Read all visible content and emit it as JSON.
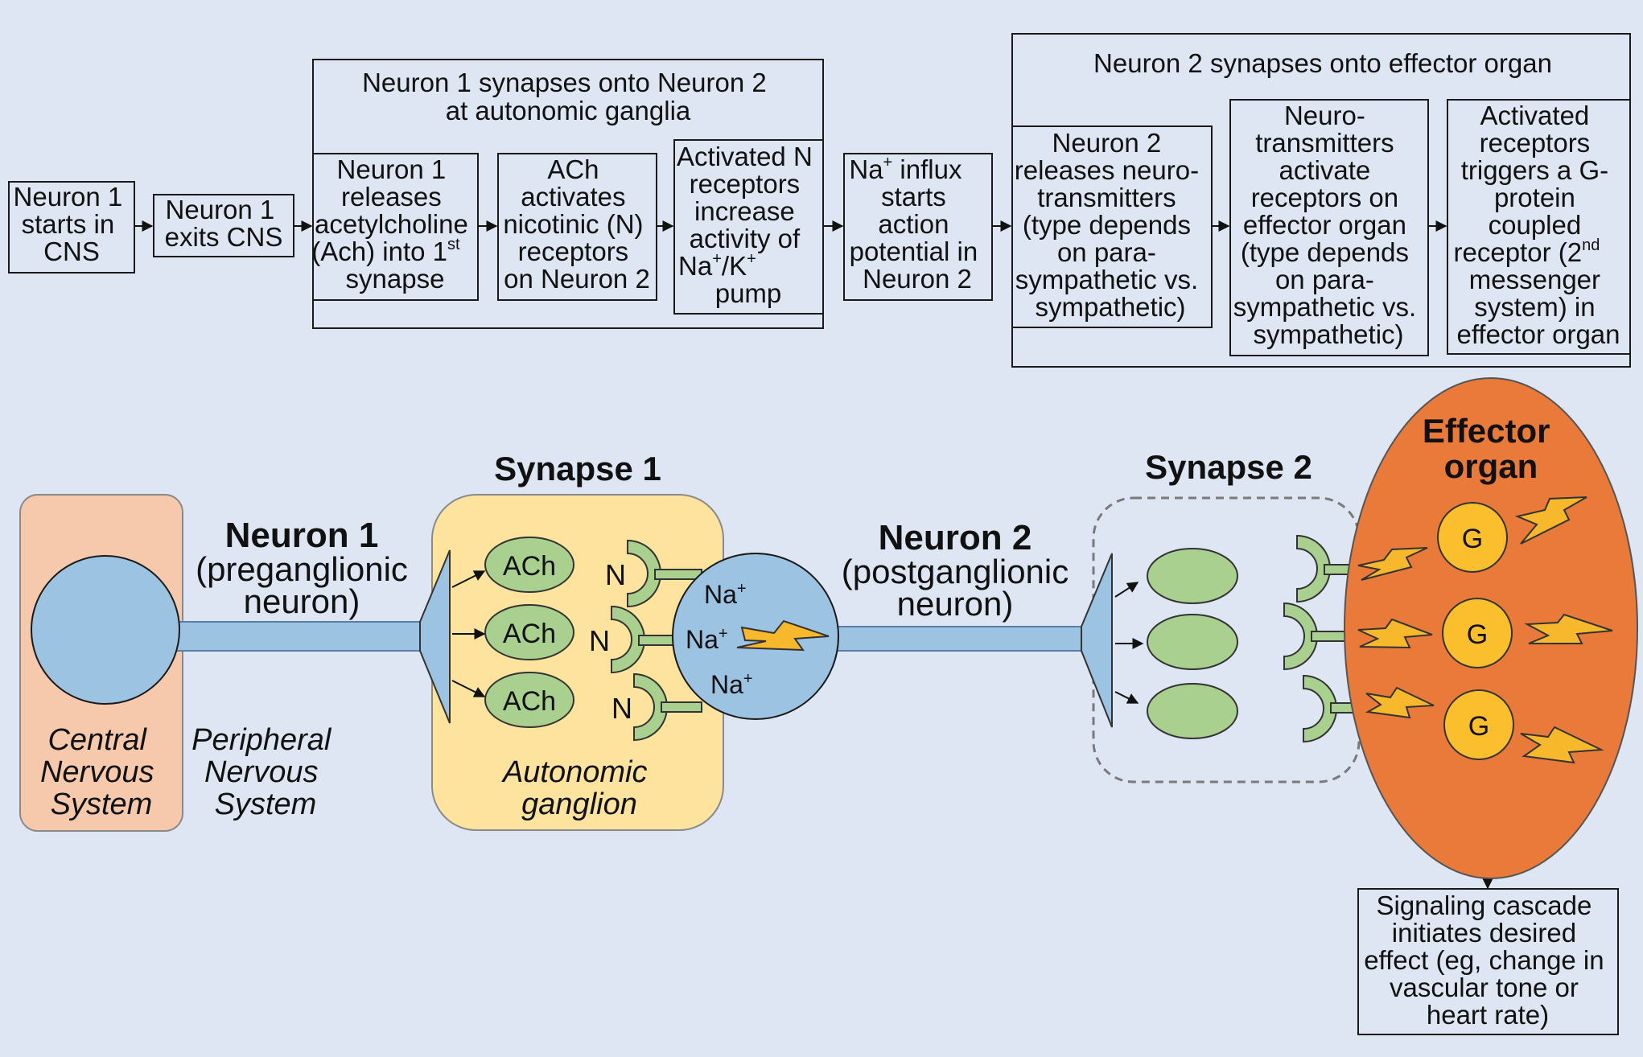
{
  "colors": {
    "background": "#dde6f2",
    "cns": "#f6c9ad",
    "ganglion": "#fde39e",
    "axon": "#9dc3e3",
    "vesicle": "#a9d08e",
    "effector": "#e97a3a",
    "g_protein": "#fbbf2e",
    "bolt": "#f7b92b"
  },
  "flow": {
    "box1": [
      "Neuron 1",
      "starts in",
      "CNS"
    ],
    "box2": [
      "Neuron 1",
      "exits CNS"
    ],
    "group1_title": [
      "Neuron 1 synapses onto Neuron 2",
      "at autonomic ganglia"
    ],
    "box3": {
      "l1": "Neuron 1",
      "l2": "releases",
      "l3": "acetylcholine",
      "l4a": "(Ach) into 1",
      "l4sup": "st",
      "l5": "synapse"
    },
    "box4": [
      "ACh",
      "activates",
      "nicotinic (N)",
      "receptors",
      "on Neuron 2"
    ],
    "box5": {
      "l1": "Activated N",
      "l2": "receptors",
      "l3": "increase",
      "l4": "activity of",
      "l5a": "Na",
      "l5sup1": "+",
      "l5b": "/K",
      "l5sup2": "+",
      "l6": "pump"
    },
    "box6": {
      "l1a": "Na",
      "l1sup": "+",
      "l1b": " influx",
      "l2": "starts",
      "l3": "action",
      "l4": "potential in",
      "l5": "Neuron 2"
    },
    "group2_title": "Neuron 2 synapses onto effector organ",
    "box7": [
      "Neuron 2",
      "releases neuro-",
      "transmitters",
      "(type depends",
      "on para-",
      "sympathetic vs.",
      "sympathetic)"
    ],
    "box8": [
      "Neuro-",
      "transmitters",
      "activate",
      "receptors on",
      "effector organ",
      "(type depends",
      "on para-",
      "sympathetic vs.",
      "sympathetic)"
    ],
    "box9": {
      "l1": "Activated",
      "l2": "receptors",
      "l3": "triggers a G-",
      "l4": "protein",
      "l5": "coupled",
      "l6a": "receptor (2",
      "l6sup": "nd",
      "l7": "messenger",
      "l8": "system) in",
      "l9": "effector organ"
    },
    "box10": [
      "Signaling cascade",
      "initiates desired",
      "effect (eg, change in",
      "vascular tone or",
      "heart rate)"
    ]
  },
  "diagram": {
    "cns_label": [
      "Central",
      "Nervous",
      "System"
    ],
    "pns_label": [
      "Peripheral",
      "Nervous",
      "System"
    ],
    "neuron1": {
      "title": "Neuron 1",
      "sub1": "(preganglionic",
      "sub2": "neuron)"
    },
    "synapse1_title": "Synapse 1",
    "ganglion_label": [
      "Autonomic",
      "ganglion"
    ],
    "vesicle_label": "ACh",
    "receptor_label": "N",
    "na_label": "Na",
    "na_sup": "+",
    "neuron2": {
      "title": "Neuron 2",
      "sub1": "(postganglionic",
      "sub2": "neuron)"
    },
    "synapse2_title": "Synapse 2",
    "effector_title": [
      "Effector",
      "organ"
    ],
    "g_label": "G"
  }
}
